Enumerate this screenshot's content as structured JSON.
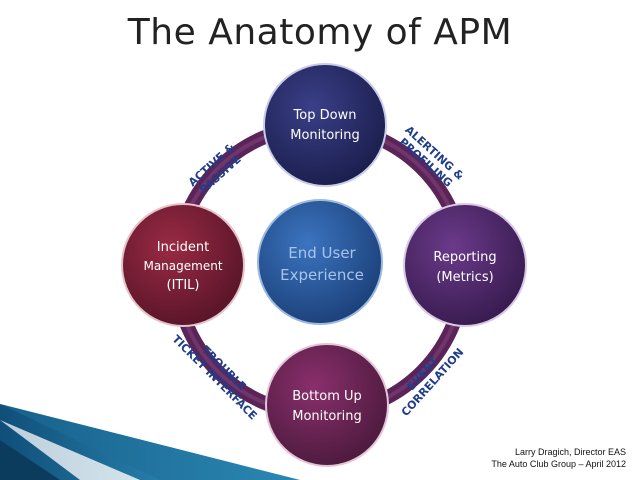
{
  "slide": {
    "title": "The Anatomy of APM",
    "credit_line1": "Larry Dragich,  Director EAS",
    "credit_line2": "The Auto Club Group – April 2012"
  },
  "diagram": {
    "center": {
      "line1": "End User",
      "line2": "Experience"
    },
    "nodes": {
      "top": {
        "line1": "Top Down",
        "line2": "Monitoring"
      },
      "right": {
        "line1": "Reporting",
        "line2": "(Metrics)"
      },
      "bottom": {
        "line1": "Bottom Up",
        "line2": "Monitoring"
      },
      "left": {
        "line1": "Incident",
        "line2": "Management",
        "line3": "(ITIL)"
      }
    },
    "links": {
      "top_left": {
        "line1": "ACTIVE &",
        "line2": "PASSIVE"
      },
      "top_right": {
        "line1": "ALERTING &",
        "line2": "PROFILING"
      },
      "bottom_right": {
        "line1": "EVENT",
        "line2": "CORRELATION"
      },
      "bottom_left": {
        "line1": "TROUBLE",
        "line2": "TICKET INTERFACE"
      }
    },
    "colors": {
      "center": "#2a5a9c",
      "top": "#2b2f6b",
      "right": "#4e2a6b",
      "bottom": "#6a2454",
      "left": "#7a1e34",
      "link_text": "#1f3e8a"
    }
  }
}
